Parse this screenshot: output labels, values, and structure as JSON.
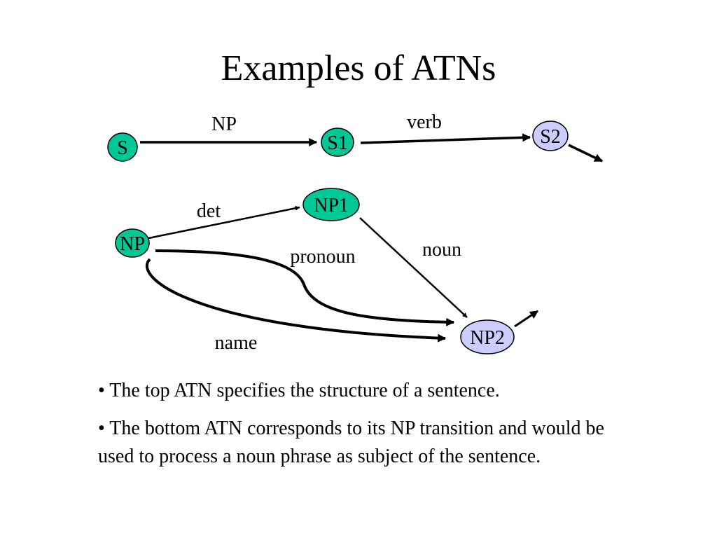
{
  "title": "Examples of ATNs",
  "colors": {
    "green_node": "#00c896",
    "purple_node": "#ccccff",
    "stroke": "#000000"
  },
  "top_atn": {
    "nodes": {
      "start": "S",
      "mid": "S1",
      "end": "S2"
    },
    "arcs": {
      "np": "NP",
      "verb": "verb"
    }
  },
  "bottom_atn": {
    "nodes": {
      "start": "NP",
      "mid": "NP1",
      "end": "NP2"
    },
    "arcs": {
      "det": "det",
      "noun": "noun",
      "pronoun": "pronoun",
      "name": "name"
    }
  },
  "bullets": [
    "• The top ATN specifies the structure of a sentence.",
    "• The bottom ATN corresponds to its NP transition and would be used to process a noun phrase as subject of the sentence."
  ]
}
